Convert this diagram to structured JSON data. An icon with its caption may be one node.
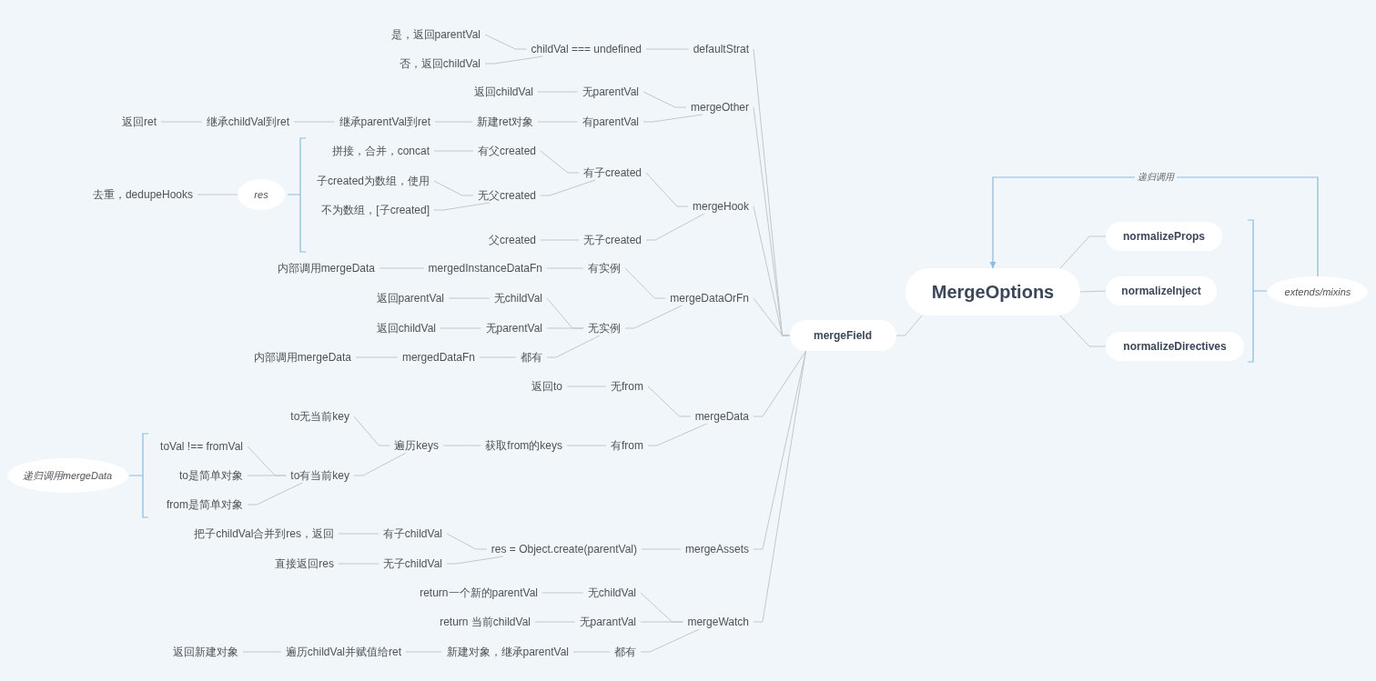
{
  "diagram": {
    "nodes": [
      {
        "text": [
          "MergeOptions"
        ]
      },
      {
        "text": [
          "normalizeProps"
        ]
      },
      {
        "text": [
          "normalizeInject"
        ]
      },
      {
        "text": [
          "normalizeDirectives"
        ]
      },
      {
        "text": [
          "extends/mixins"
        ]
      },
      {
        "text": [
          "mergeField"
        ]
      },
      {
        "text": [
          "defaultStrat"
        ]
      },
      {
        "text": [
          "childVal === undefined"
        ]
      },
      {
        "text": [
          "是，返回parentVal"
        ]
      },
      {
        "text": [
          "否，返回childVal"
        ]
      },
      {
        "text": [
          "mergeOther"
        ]
      },
      {
        "text": [
          "无parentVal"
        ]
      },
      {
        "text": [
          "返回childVal"
        ]
      },
      {
        "text": [
          "有parentVal"
        ]
      },
      {
        "text": [
          "新建ret对象"
        ]
      },
      {
        "text": [
          "继承parentVal到ret"
        ]
      },
      {
        "text": [
          "继承childVal到ret"
        ]
      },
      {
        "text": [
          "返回ret"
        ]
      },
      {
        "text": [
          "mergeHook"
        ]
      },
      {
        "text": [
          "有子created"
        ]
      },
      {
        "text": [
          "有父created"
        ]
      },
      {
        "text": [
          "拼接，合并，concat"
        ]
      },
      {
        "text": [
          "无父created"
        ]
      },
      {
        "text": [
          "子created为数组，使用"
        ]
      },
      {
        "text": [
          "不为数组，[子created]"
        ]
      },
      {
        "text": [
          "无子created"
        ]
      },
      {
        "text": [
          "父created"
        ]
      },
      {
        "text": [
          "res"
        ]
      },
      {
        "text": [
          "去重，dedupeHooks"
        ]
      },
      {
        "text": [
          "mergeDataOrFn"
        ]
      },
      {
        "text": [
          "有实例"
        ]
      },
      {
        "text": [
          "mergedInstanceDataFn"
        ]
      },
      {
        "text": [
          "内部调用mergeData"
        ]
      },
      {
        "text": [
          "无实例"
        ]
      },
      {
        "text": [
          "无childVal"
        ]
      },
      {
        "text": [
          "返回parentVal"
        ]
      },
      {
        "text": [
          "无parentVal"
        ]
      },
      {
        "text": [
          "返回childVal"
        ]
      },
      {
        "text": [
          "都有"
        ]
      },
      {
        "text": [
          "mergedDataFn"
        ]
      },
      {
        "text": [
          "内部调用mergeData"
        ]
      },
      {
        "text": [
          "mergeData"
        ]
      },
      {
        "text": [
          "无from"
        ]
      },
      {
        "text": [
          "返回to"
        ]
      },
      {
        "text": [
          "有from"
        ]
      },
      {
        "text": [
          "获取from的keys"
        ]
      },
      {
        "text": [
          "遍历keys"
        ]
      },
      {
        "text": [
          "to无当前key"
        ]
      },
      {
        "text": [
          "to有当前key"
        ]
      },
      {
        "text": [
          "toVal !== fromVal"
        ]
      },
      {
        "text": [
          "to是简单对象"
        ]
      },
      {
        "text": [
          "from是简单对象"
        ]
      },
      {
        "text": [
          "递归调用mergeData"
        ]
      },
      {
        "text": [
          "mergeAssets"
        ]
      },
      {
        "text": [
          "res = Object.create(parentVal)"
        ]
      },
      {
        "text": [
          "有子childVal"
        ]
      },
      {
        "text": [
          "把子childVal合并到res，返回"
        ]
      },
      {
        "text": [
          "无子childVal"
        ]
      },
      {
        "text": [
          "直接返回res"
        ]
      },
      {
        "text": [
          "mergeWatch"
        ]
      },
      {
        "text": [
          "无childVal"
        ]
      },
      {
        "text": [
          "return一个新的parentVal"
        ]
      },
      {
        "text": [
          "无parantVal"
        ]
      },
      {
        "text": [
          "return 当前childVal"
        ]
      },
      {
        "text": [
          "都有"
        ]
      },
      {
        "text": [
          "新建对象，继承parentVal"
        ]
      },
      {
        "text": [
          "遍历childVal并赋值给ret"
        ]
      },
      {
        "text": [
          "返回新建对象"
        ]
      }
    ],
    "edges": [
      {
        "from": 0,
        "to": 1,
        "arrow": "none"
      },
      {
        "from": 0,
        "to": 2,
        "arrow": "none"
      },
      {
        "from": 0,
        "to": 3,
        "arrow": "none"
      },
      {
        "from": 4,
        "to": 0,
        "arrow": "to",
        "label": "递归调用",
        "color": "#8dbad9"
      },
      {
        "from": 0,
        "to": 5,
        "arrow": "none"
      },
      {
        "from": 5,
        "to": 6,
        "arrow": "none"
      },
      {
        "from": 6,
        "to": 7,
        "arrow": "none"
      },
      {
        "from": 7,
        "to": 8,
        "arrow": "none"
      },
      {
        "from": 7,
        "to": 9,
        "arrow": "none"
      },
      {
        "from": 5,
        "to": 10,
        "arrow": "none"
      },
      {
        "from": 10,
        "to": 11,
        "arrow": "none"
      },
      {
        "from": 11,
        "to": 12,
        "arrow": "none"
      },
      {
        "from": 10,
        "to": 13,
        "arrow": "none"
      },
      {
        "from": 13,
        "to": 14,
        "arrow": "none"
      },
      {
        "from": 14,
        "to": 15,
        "arrow": "none"
      },
      {
        "from": 15,
        "to": 16,
        "arrow": "none"
      },
      {
        "from": 16,
        "to": 17,
        "arrow": "none"
      },
      {
        "from": 5,
        "to": 18,
        "arrow": "none"
      },
      {
        "from": 18,
        "to": 19,
        "arrow": "none"
      },
      {
        "from": 19,
        "to": 20,
        "arrow": "none"
      },
      {
        "from": 20,
        "to": 21,
        "arrow": "none"
      },
      {
        "from": 19,
        "to": 22,
        "arrow": "none"
      },
      {
        "from": 22,
        "to": 23,
        "arrow": "none"
      },
      {
        "from": 22,
        "to": 24,
        "arrow": "none"
      },
      {
        "from": 18,
        "to": 25,
        "arrow": "none"
      },
      {
        "from": 25,
        "to": 26,
        "arrow": "none"
      },
      {
        "from": 27,
        "to": 28,
        "arrow": "none"
      },
      {
        "from": 5,
        "to": 29,
        "arrow": "none"
      },
      {
        "from": 29,
        "to": 30,
        "arrow": "none"
      },
      {
        "from": 30,
        "to": 31,
        "arrow": "none"
      },
      {
        "from": 31,
        "to": 32,
        "arrow": "none"
      },
      {
        "from": 29,
        "to": 33,
        "arrow": "none"
      },
      {
        "from": 33,
        "to": 34,
        "arrow": "none"
      },
      {
        "from": 34,
        "to": 35,
        "arrow": "none"
      },
      {
        "from": 33,
        "to": 36,
        "arrow": "none"
      },
      {
        "from": 36,
        "to": 37,
        "arrow": "none"
      },
      {
        "from": 33,
        "to": 38,
        "arrow": "none"
      },
      {
        "from": 38,
        "to": 39,
        "arrow": "none"
      },
      {
        "from": 39,
        "to": 40,
        "arrow": "none"
      },
      {
        "from": 5,
        "to": 41,
        "arrow": "none"
      },
      {
        "from": 41,
        "to": 42,
        "arrow": "none"
      },
      {
        "from": 42,
        "to": 43,
        "arrow": "none"
      },
      {
        "from": 41,
        "to": 44,
        "arrow": "none"
      },
      {
        "from": 44,
        "to": 45,
        "arrow": "none"
      },
      {
        "from": 45,
        "to": 46,
        "arrow": "none"
      },
      {
        "from": 46,
        "to": 47,
        "arrow": "none"
      },
      {
        "from": 46,
        "to": 48,
        "arrow": "none"
      },
      {
        "from": 48,
        "to": 49,
        "arrow": "none"
      },
      {
        "from": 48,
        "to": 50,
        "arrow": "none"
      },
      {
        "from": 48,
        "to": 51,
        "arrow": "none"
      },
      {
        "from": 5,
        "to": 53,
        "arrow": "none"
      },
      {
        "from": 53,
        "to": 54,
        "arrow": "none"
      },
      {
        "from": 54,
        "to": 55,
        "arrow": "none"
      },
      {
        "from": 55,
        "to": 56,
        "arrow": "none"
      },
      {
        "from": 54,
        "to": 57,
        "arrow": "none"
      },
      {
        "from": 57,
        "to": 58,
        "arrow": "none"
      },
      {
        "from": 5,
        "to": 59,
        "arrow": "none"
      },
      {
        "from": 59,
        "to": 60,
        "arrow": "none"
      },
      {
        "from": 60,
        "to": 61,
        "arrow": "none"
      },
      {
        "from": 59,
        "to": 62,
        "arrow": "none"
      },
      {
        "from": 62,
        "to": 63,
        "arrow": "none"
      },
      {
        "from": 59,
        "to": 64,
        "arrow": "none"
      },
      {
        "from": 64,
        "to": 65,
        "arrow": "none"
      },
      {
        "from": 65,
        "to": 66,
        "arrow": "none"
      },
      {
        "from": 66,
        "to": 67,
        "arrow": "none"
      }
    ]
  }
}
